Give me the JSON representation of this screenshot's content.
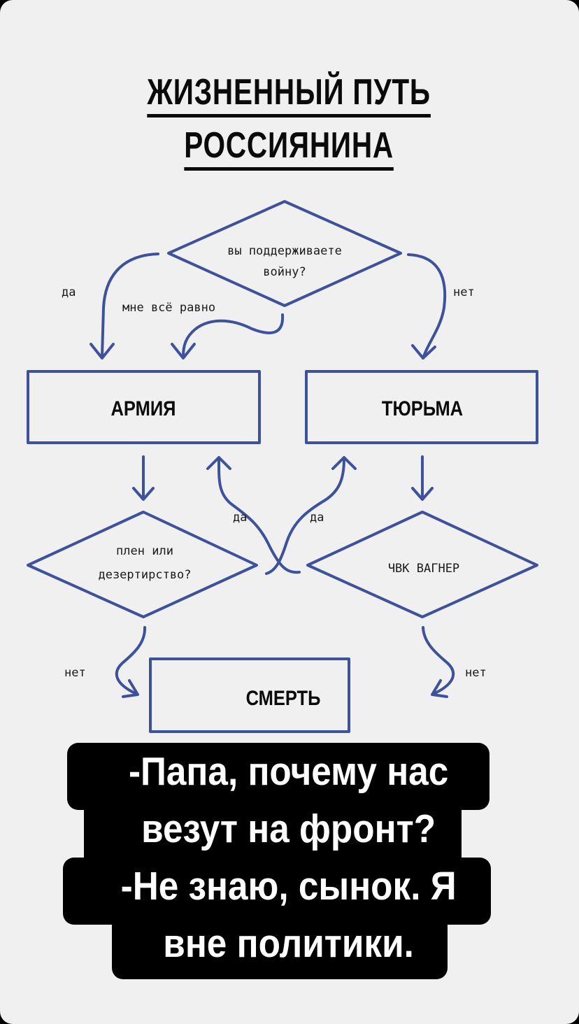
{
  "title": {
    "line1": "ЖИЗНЕННЫЙ  ПУТЬ",
    "line2": "РОССИЯНИНА"
  },
  "flowchart": {
    "colors": {
      "stroke": "#3d529a",
      "text": "#0a0a0a",
      "background": "#f0f0f0"
    },
    "nodes": {
      "support_war": {
        "type": "decision",
        "line1": "вы поддерживаете",
        "line2": "войну?"
      },
      "army": {
        "type": "process",
        "label": "АРМИЯ"
      },
      "prison": {
        "type": "process",
        "label": "ТЮРЬМА"
      },
      "captivity_desertion": {
        "type": "decision",
        "line1": "плен или",
        "line2": "дезертирство?"
      },
      "wagner": {
        "type": "decision",
        "label": "ЧВК ВАГНЕР"
      },
      "death": {
        "type": "process",
        "label": "СМЕРТЬ"
      }
    },
    "edges": [
      {
        "from": "support_war",
        "to": "army",
        "label": "да"
      },
      {
        "from": "support_war",
        "to": "army",
        "label": "мне всё равно"
      },
      {
        "from": "support_war",
        "to": "prison",
        "label": "нет"
      },
      {
        "from": "army",
        "to": "captivity_desertion",
        "label": ""
      },
      {
        "from": "prison",
        "to": "wagner",
        "label": ""
      },
      {
        "from": "wagner",
        "to": "army",
        "label": "да"
      },
      {
        "from": "captivity_desertion",
        "to": "prison",
        "label": "да"
      },
      {
        "from": "captivity_desertion",
        "to": "death",
        "label": "нет"
      },
      {
        "from": "wagner",
        "to": "death",
        "label": "нет"
      }
    ]
  },
  "caption": {
    "lines": [
      "-Папа, почему нас",
      "везут на фронт?",
      "-Не знаю, сынок. Я",
      "вне политики."
    ]
  }
}
